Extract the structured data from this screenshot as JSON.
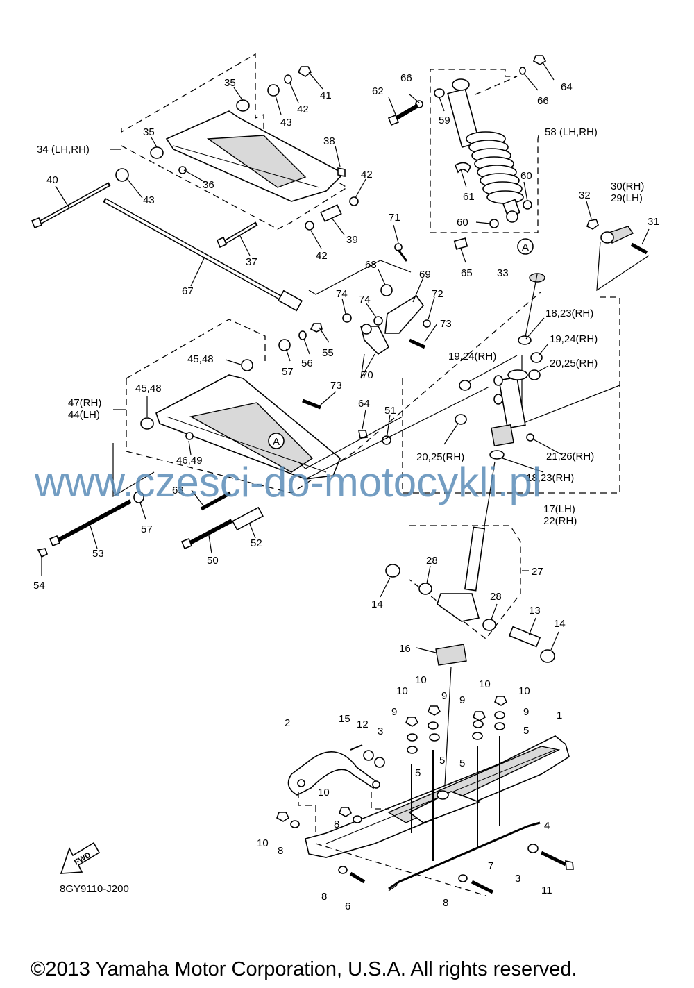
{
  "callouts": {
    "c34": "34 (LH,RH)",
    "c35a": "35",
    "c35b": "35",
    "c40": "40",
    "c43a": "43",
    "c43b": "43",
    "c36": "36",
    "c38": "38",
    "c41": "41",
    "c42a": "42",
    "c42b": "42",
    "c42c": "42",
    "c39": "39",
    "c37": "37",
    "c67": "67",
    "c62": "62",
    "c66a": "66",
    "c66b": "66",
    "c59": "59",
    "c64": "64",
    "c58": "58 (LH,RH)",
    "c61": "61",
    "c60a": "60",
    "c60b": "60",
    "c65": "65",
    "cA1": "A",
    "c32": "32",
    "c30": "30(RH)",
    "c29": "29(LH)",
    "c31": "31",
    "c71": "71",
    "c68": "68",
    "c69": "69",
    "c72": "72",
    "c73a": "73",
    "c74a": "74",
    "c74b": "74",
    "c70": "70",
    "c55": "55",
    "c56": "56",
    "c57a": "57",
    "c4548a": "45,48",
    "c4548b": "45,48",
    "c47": "47(RH)",
    "c44": "44(LH)",
    "c73b": "73",
    "c64b": "64",
    "c51": "51",
    "c4649": "46,49",
    "cA2": "A",
    "c33": "33",
    "c1823a": "18,23(RH)",
    "c1924a": "19,24(RH)",
    "c1924b": "19,24(RH)",
    "c2025a": "20,25(RH)",
    "c2025b": "20,25(RH)",
    "c2126": "21,26(RH)",
    "c1823b": "18,23(RH)",
    "c17": "17(LH)",
    "c22": "22(RH)",
    "c63": "63",
    "c57b": "57",
    "c53": "53",
    "c54": "54",
    "c50": "50",
    "c52": "52",
    "c27": "27",
    "c28a": "28",
    "c28b": "28",
    "c14a": "14",
    "c14b": "14",
    "c13": "13",
    "c16": "16",
    "c10a": "10",
    "c10b": "10",
    "c10c": "10",
    "c10d": "10",
    "c10e": "10",
    "c10f": "10",
    "c9a": "9",
    "c9b": "9",
    "c9c": "9",
    "c9d": "9",
    "c5a": "5",
    "c5b": "5",
    "c5c": "5",
    "c5d": "5",
    "c15": "15",
    "c12": "12",
    "c3a": "3",
    "c3b": "3",
    "c2": "2",
    "c1": "1",
    "c4": "4",
    "c8a": "8",
    "c8b": "8",
    "c8c": "8",
    "c8d": "8",
    "c6": "6",
    "c7": "7",
    "c11": "11"
  },
  "fwd_label": "FWD",
  "drawing_code": "8GY9110-J200",
  "watermark": "www.czesci-do-motocykli.pl",
  "copyright": "©2013 Yamaha Motor Corporation, U.S.A. All rights reserved."
}
